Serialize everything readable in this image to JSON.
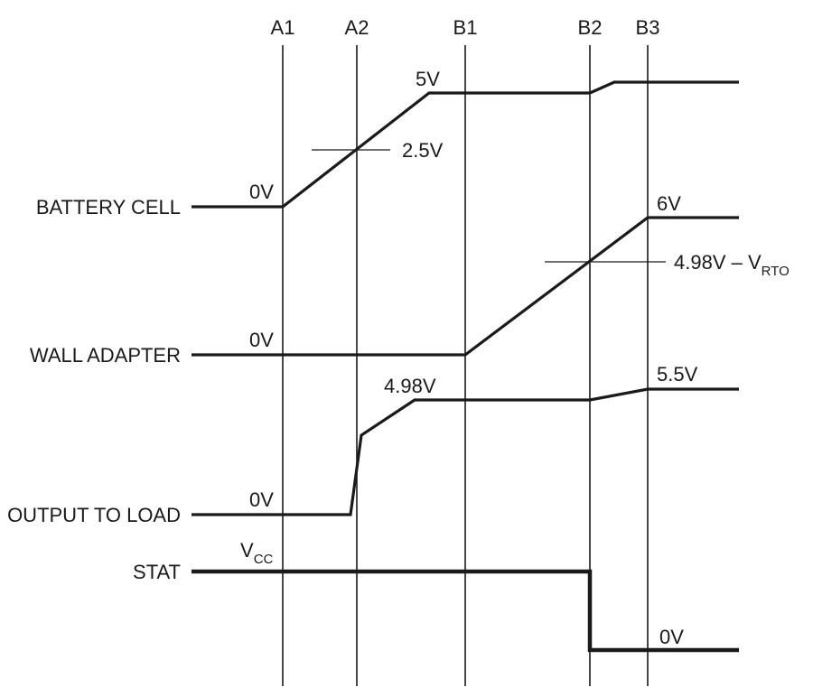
{
  "markers": [
    {
      "id": "a1",
      "label": "A1"
    },
    {
      "id": "a2",
      "label": "A2"
    },
    {
      "id": "b1",
      "label": "B1"
    },
    {
      "id": "b2",
      "label": "B2"
    },
    {
      "id": "b3",
      "label": "B3"
    }
  ],
  "signals": {
    "battery": {
      "name": "BATTERY CELL",
      "start_value": "0V",
      "mid_value": "2.5V",
      "high_value": "5V"
    },
    "wall": {
      "name": "WALL ADAPTER",
      "start_value": "0V",
      "mid_value_main": "4.98V – V",
      "mid_value_sub": "RTO",
      "high_value": "6V"
    },
    "output": {
      "name": "OUTPUT TO LOAD",
      "start_value": "0V",
      "mid_value": "4.98V",
      "high_value": "5.5V"
    },
    "stat": {
      "name": "STAT",
      "start_value_main": "V",
      "start_value_sub": "CC",
      "end_value": "0V"
    }
  }
}
